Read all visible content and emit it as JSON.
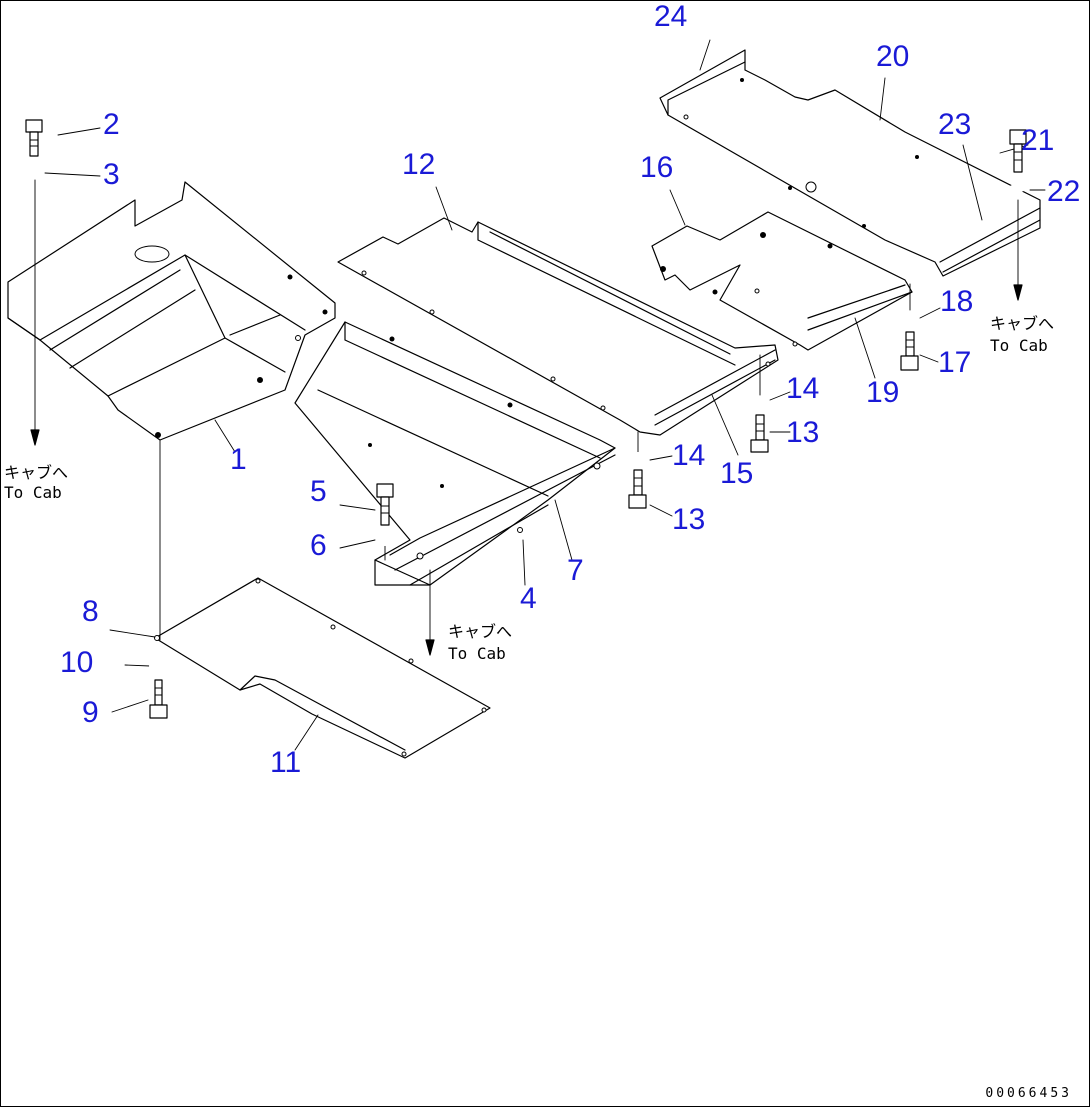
{
  "callouts": {
    "c1": "1",
    "c2": "2",
    "c3": "3",
    "c4": "4",
    "c5": "5",
    "c6": "6",
    "c7": "7",
    "c8": "8",
    "c9": "9",
    "c10": "10",
    "c11": "11",
    "c12": "12",
    "c13a": "13",
    "c13b": "13",
    "c14a": "14",
    "c14b": "14",
    "c15": "15",
    "c16": "16",
    "c17": "17",
    "c18": "18",
    "c19": "19",
    "c20": "20",
    "c21": "21",
    "c22": "22",
    "c23": "23",
    "c24": "24"
  },
  "notes": {
    "to_cab_1_jp": "キャブへ",
    "to_cab_1_en": "To Cab",
    "to_cab_2_jp": "キャブへ",
    "to_cab_2_en": "To Cab",
    "to_cab_3_jp": "キャブへ",
    "to_cab_3_en": "To Cab"
  },
  "drawing_number": "00066453",
  "colors": {
    "callout": "#1a1ad6",
    "line": "#000000",
    "background": "#ffffff"
  }
}
